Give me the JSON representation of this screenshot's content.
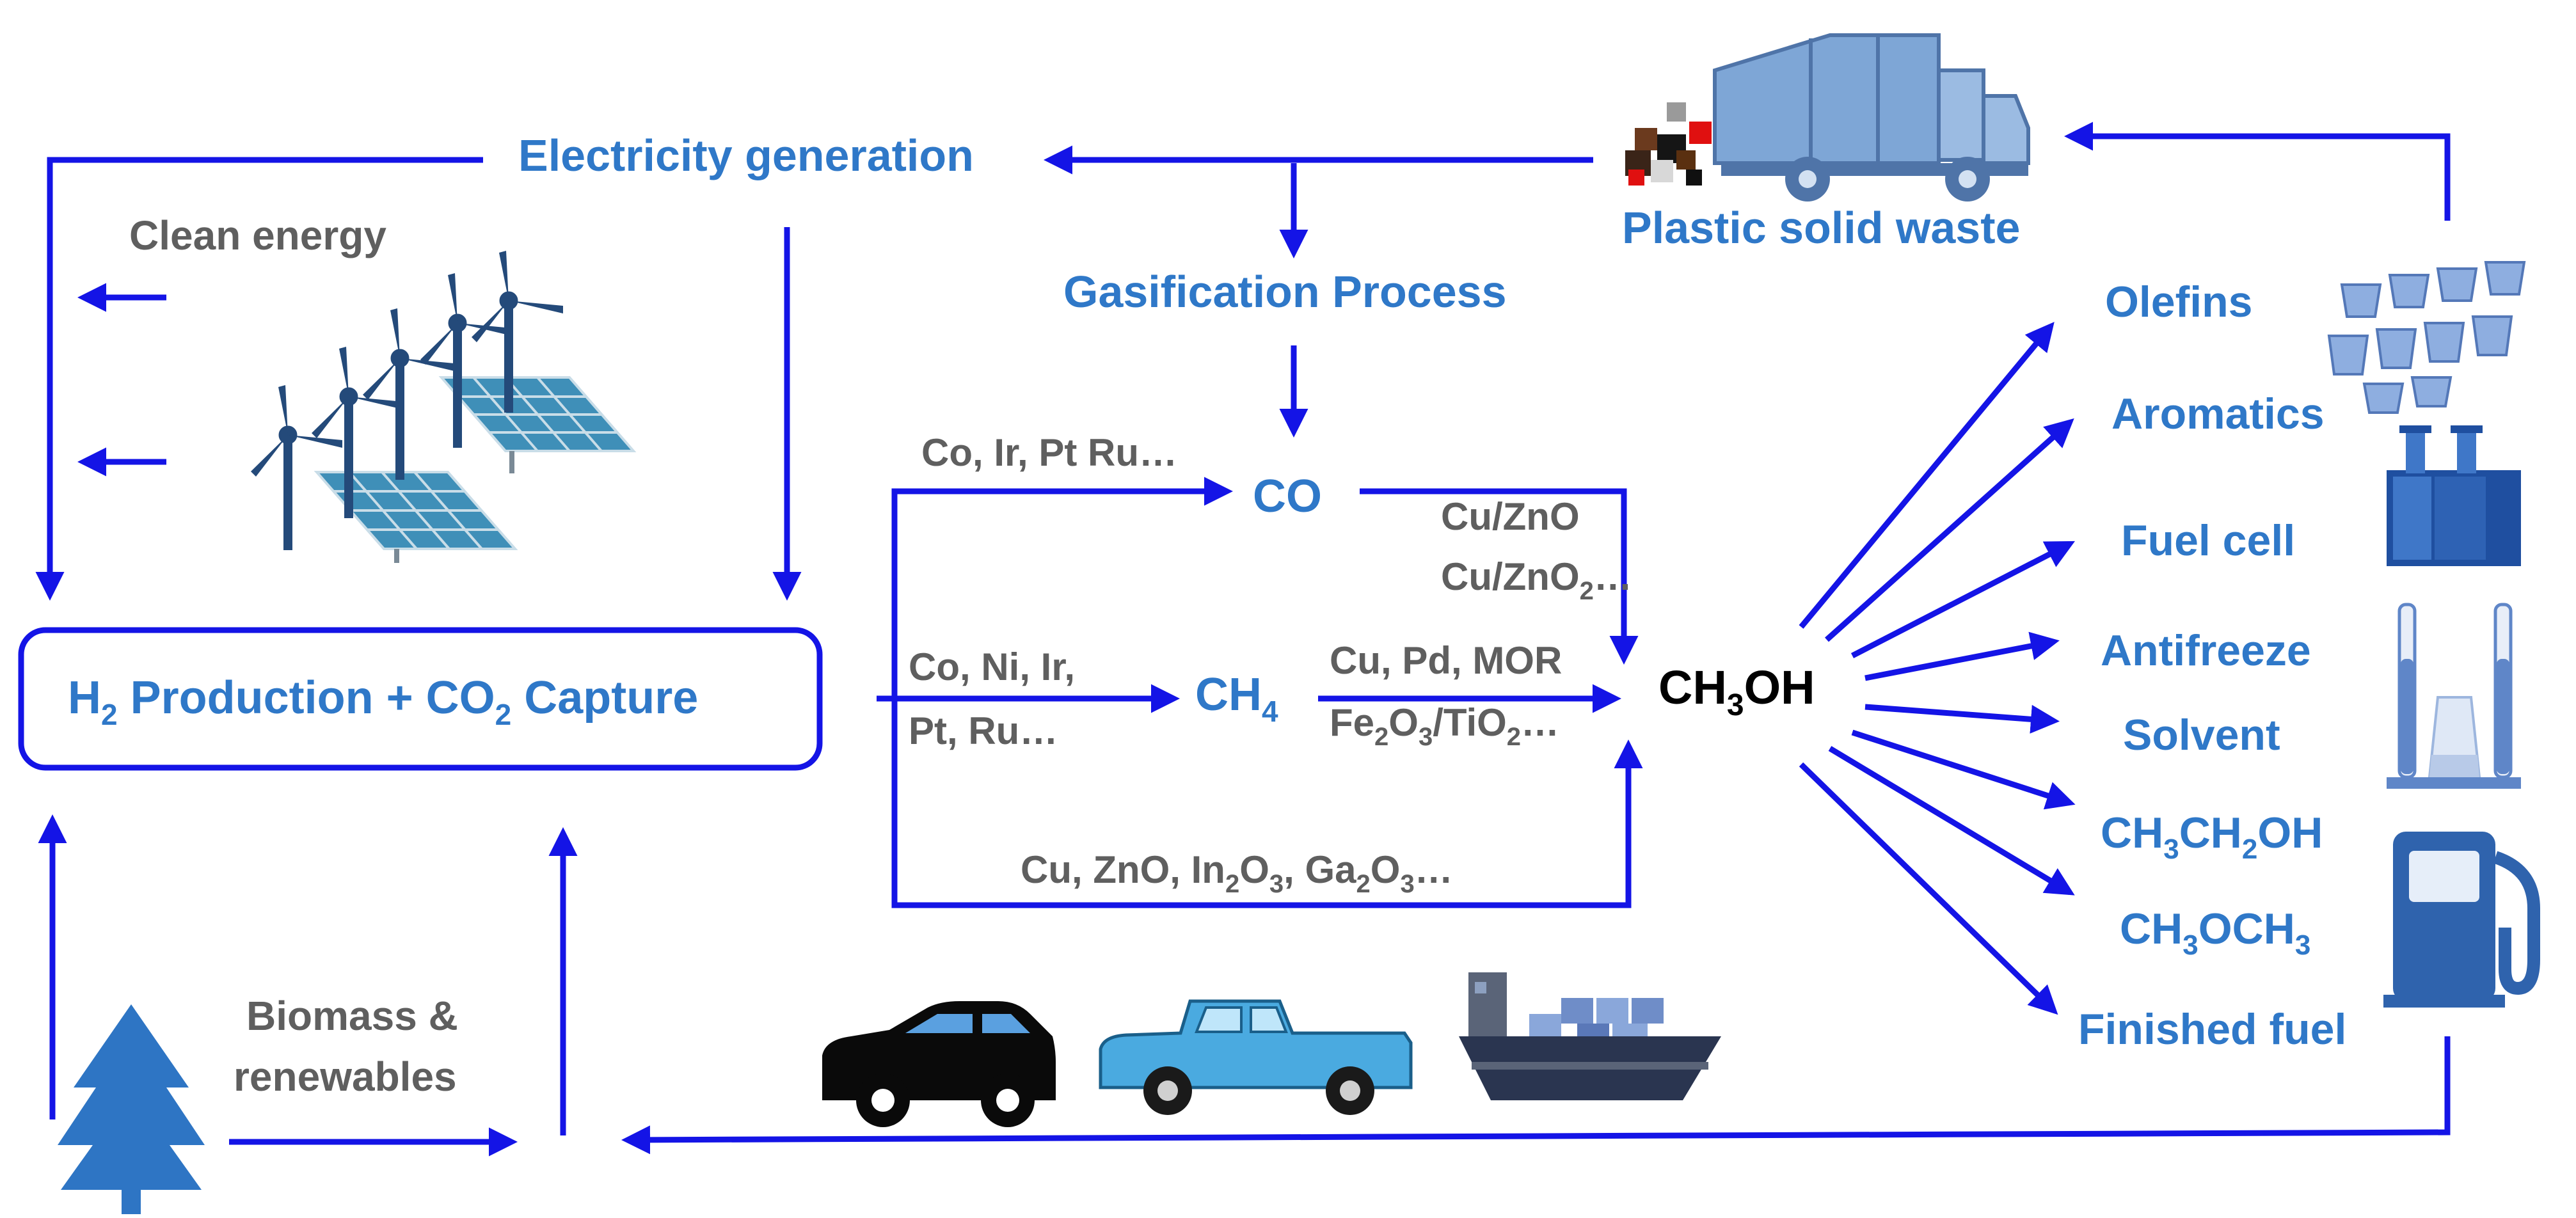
{
  "colors": {
    "arrow": "#1414e6",
    "label_blue": "#2f78c8",
    "label_gray": "#5f5f5f",
    "icon_blue": "#2e75c4",
    "text_black": "#000000"
  },
  "labels": {
    "electricity_generation": "Electricity generation",
    "clean_energy": "Clean energy",
    "plastic_solid_waste": "Plastic solid waste",
    "gasification_process": "Gasification Process",
    "h2_part": "H",
    "h2_sub": "2",
    "production_part": " Production + CO",
    "co2_sub": "2",
    "capture_part": " Capture",
    "biomass_line1": "Biomass &",
    "biomass_line2": "renewables",
    "co": "CO",
    "ch4_main": "CH",
    "ch4_sub": "4",
    "methanol_a": "CH",
    "methanol_sub": "3",
    "methanol_b": "OH"
  },
  "catalysts": {
    "to_co": "Co, Ir, Pt Ru…",
    "to_ch4_line1": "Co, Ni, Ir,",
    "to_ch4_line2": "Pt, Ru…",
    "co_to_meoh_line1": "Cu/ZnO",
    "co_to_meoh_line2_a": "Cu/ZnO",
    "co_to_meoh_line2_sub": "2",
    "co_to_meoh_line2_b": "…",
    "ch4_to_meoh_line1": "Cu, Pd, MOR",
    "ch4_to_meoh_line2_a": "Fe",
    "ch4_to_meoh_line2_s1": "2",
    "ch4_to_meoh_line2_b": "O",
    "ch4_to_meoh_line2_s2": "3",
    "ch4_to_meoh_line2_c": "/TiO",
    "ch4_to_meoh_line2_s3": "2",
    "ch4_to_meoh_line2_d": "…",
    "direct_a": "Cu, ZnO, In",
    "direct_s1": "2",
    "direct_b": "O",
    "direct_s2": "3",
    "direct_c": ", Ga",
    "direct_s3": "2",
    "direct_d": "O",
    "direct_s4": "3",
    "direct_e": "…"
  },
  "products": {
    "olefins": "Olefins",
    "aromatics": "Aromatics",
    "fuel_cell": "Fuel cell",
    "antifreeze": "Antifreeze",
    "solvent": "Solvent",
    "ethanol_a": "CH",
    "ethanol_s1": "3",
    "ethanol_b": "CH",
    "ethanol_s2": "2",
    "ethanol_c": "OH",
    "dme_a": "CH",
    "dme_s1": "3",
    "dme_b": "OCH",
    "dme_s2": "3",
    "finished_fuel": "Finished fuel"
  },
  "icons": [
    "wind-turbine-icon",
    "solar-panel-icon",
    "garbage-truck-icon",
    "waste-blocks-icon",
    "tree-icon",
    "car-icon",
    "pickup-truck-icon",
    "ship-icon",
    "cups-icon",
    "fuel-cell-icon",
    "test-tubes-icon",
    "fuel-pump-icon"
  ]
}
